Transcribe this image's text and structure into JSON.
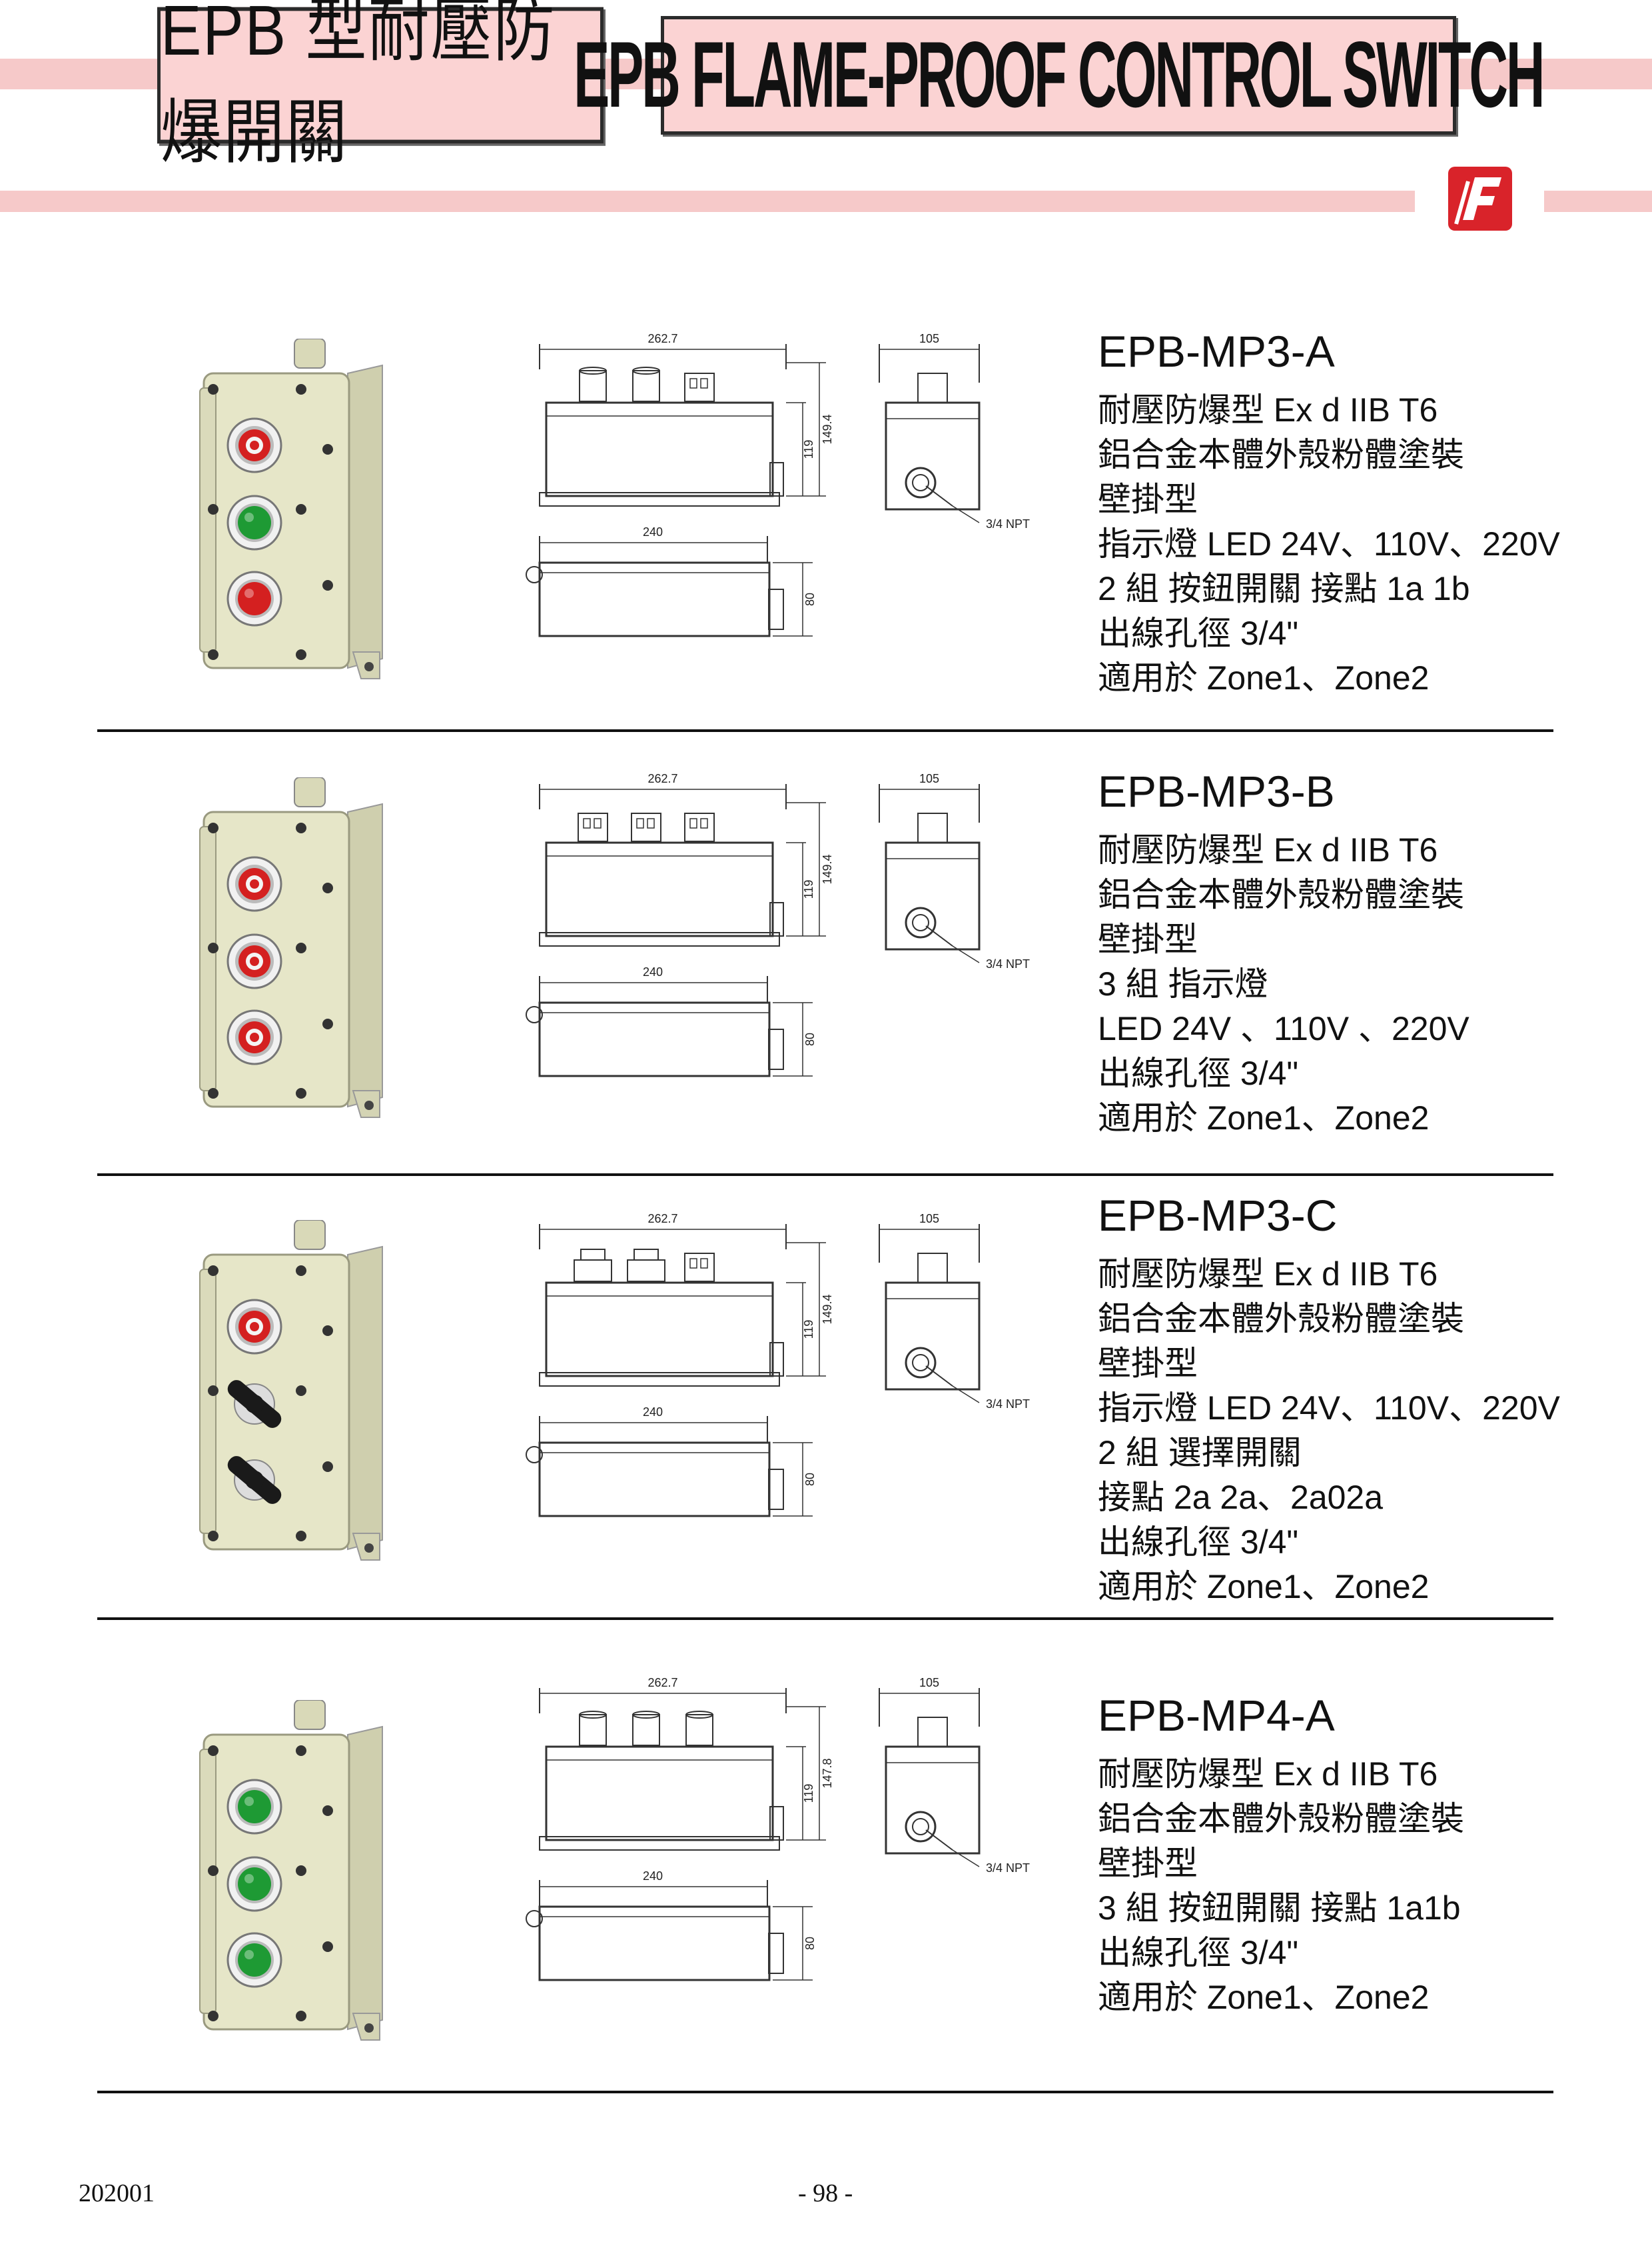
{
  "header": {
    "title_cn": "EPB 型耐壓防爆開關",
    "title_en": "EPB FLAME-PROOF CONTROL SWITCH"
  },
  "colors": {
    "band": "#f6c9c9",
    "title_bg": "#fbd3d3",
    "logo_red": "#d9232a",
    "enclosure": "#e6e6c8",
    "btn_red": "#d42020",
    "btn_green": "#1e9a34",
    "knob": "#1a1a1a"
  },
  "products": [
    {
      "model": "EPB-MP3-A",
      "dims": {
        "length": "262.7",
        "depth": "105",
        "height_total": "149.4",
        "height_body": "119",
        "base_length": "240",
        "base_height": "80",
        "npt": "3/4 NPT"
      },
      "specs": [
        "耐壓防爆型 Ex d IIB T6",
        "鋁合金本體外殼粉體塗裝",
        "壁掛型",
        "指示燈 LED 24V、110V、220V",
        "2 組 按鈕開關 接點 1a 1b",
        "出線孔徑 3/4\"",
        "適用於 Zone1、Zone2"
      ]
    },
    {
      "model": "EPB-MP3-B",
      "dims": {
        "length": "262.7",
        "depth": "105",
        "height_total": "149.4",
        "height_body": "119",
        "base_length": "240",
        "base_height": "80",
        "npt": "3/4 NPT"
      },
      "specs": [
        "耐壓防爆型 Ex d IIB T6",
        "鋁合金本體外殼粉體塗裝",
        "壁掛型",
        "3 組 指示燈",
        "LED 24V 、110V 、220V",
        "出線孔徑 3/4\"",
        "適用於 Zone1、Zone2"
      ]
    },
    {
      "model": "EPB-MP3-C",
      "dims": {
        "length": "262.7",
        "depth": "105",
        "height_total": "149.4",
        "height_body": "119",
        "base_length": "240",
        "base_height": "80",
        "npt": "3/4 NPT"
      },
      "specs": [
        "耐壓防爆型 Ex d IIB T6",
        "鋁合金本體外殼粉體塗裝",
        "壁掛型",
        "指示燈 LED 24V、110V、220V",
        "2 組 選擇開關",
        "接點 2a 2a、2a02a",
        "出線孔徑 3/4\"",
        "適用於 Zone1、Zone2"
      ]
    },
    {
      "model": "EPB-MP4-A",
      "dims": {
        "length": "262.7",
        "depth": "105",
        "height_total": "147.8",
        "height_body": "119",
        "base_length": "240",
        "base_height": "80",
        "npt": "3/4 NPT"
      },
      "specs": [
        "耐壓防爆型 Ex d IIB T6",
        "鋁合金本體外殼粉體塗裝",
        "壁掛型",
        "3 組 按鈕開關 接點 1a1b",
        "出線孔徑 3/4\"",
        "適用於 Zone1、Zone2"
      ]
    }
  ],
  "footer": {
    "code": "202001",
    "page": "- 98 -"
  }
}
